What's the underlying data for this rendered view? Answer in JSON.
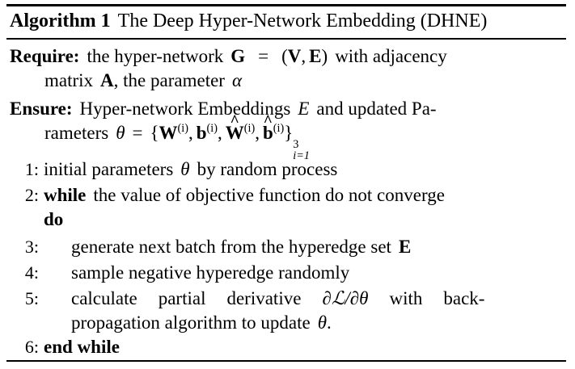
{
  "algorithm": {
    "header": {
      "label": "Algorithm 1",
      "title": "The Deep Hyper-Network Embedding (DHNE)"
    },
    "require": {
      "keyword": "Require:",
      "line1_a": "the hyper-network",
      "graph_symbol": "G",
      "equals": "=",
      "open_paren": "(",
      "vertex_symbol": "V",
      "comma": ",",
      "edge_symbol": "E",
      "close_paren": ")",
      "line1_b": "with adjacency",
      "line2_a": "matrix",
      "matrix_symbol": "A",
      "line2_b": ", the parameter",
      "alpha_symbol": "α"
    },
    "ensure": {
      "keyword": "Ensure:",
      "line1_a": "Hyper-network Embeddings",
      "embedding_symbol": "E",
      "line1_b": "and updated Pa-",
      "line2_a": "rameters",
      "theta_symbol": "θ",
      "equals": "=",
      "open_brace": "{",
      "param_w": "W",
      "param_b": "b",
      "param_w_hat": "W",
      "param_b_hat": "b",
      "hat_mark": "^",
      "superscript_i": "(i)",
      "comma": ",",
      "close_brace": "}",
      "limit_upper": "3",
      "limit_lower": "i=1"
    },
    "steps": [
      {
        "number": "1:",
        "indent": "none",
        "lines": [
          {
            "parts": [
              "initial parameters",
              "θ",
              "by random process"
            ]
          }
        ]
      },
      {
        "number": "2:",
        "indent": "none",
        "keyword": "while",
        "lines": [
          {
            "parts": [
              "the value of objective function do not converge"
            ]
          },
          {
            "parts": [
              "do"
            ]
          }
        ],
        "keyword_end": "do"
      },
      {
        "number": "3:",
        "indent": "body",
        "lines": [
          {
            "parts": [
              "generate next batch from the hyperedge set",
              "E"
            ]
          }
        ]
      },
      {
        "number": "4:",
        "indent": "body",
        "lines": [
          {
            "parts": [
              "sample negative hyperedge randomly"
            ]
          }
        ]
      },
      {
        "number": "5:",
        "indent": "body",
        "lines": [
          {
            "parts": [
              "calculate",
              "partial",
              "derivative",
              "∂ℒ/∂θ",
              "with",
              "back-"
            ]
          },
          {
            "parts": [
              "propagation algorithm to update",
              "θ",
              "."
            ]
          }
        ]
      },
      {
        "number": "6:",
        "indent": "none",
        "keyword": "end while",
        "lines": []
      }
    ],
    "symbols": {
      "partial": "∂",
      "script_l": "ℒ",
      "slash": "/",
      "theta": "θ",
      "alpha": "α"
    },
    "step5_words": {
      "w1": "calculate",
      "w2": "partial",
      "w3": "derivative",
      "w4": "with",
      "w5": "back-",
      "w6": "propagation algorithm to update",
      "period": "."
    },
    "step1_words": {
      "a": "initial parameters",
      "b": "by random process"
    },
    "step2_words": {
      "a": "the value of objective function do not converge",
      "do": "do"
    },
    "step3_words": {
      "a": "generate next batch from the hyperedge set"
    },
    "step4_words": {
      "a": "sample negative hyperedge randomly"
    },
    "step6_words": {
      "a": "end while"
    },
    "colors": {
      "background": "#ffffff",
      "text": "#000000",
      "rule": "#000000"
    }
  }
}
